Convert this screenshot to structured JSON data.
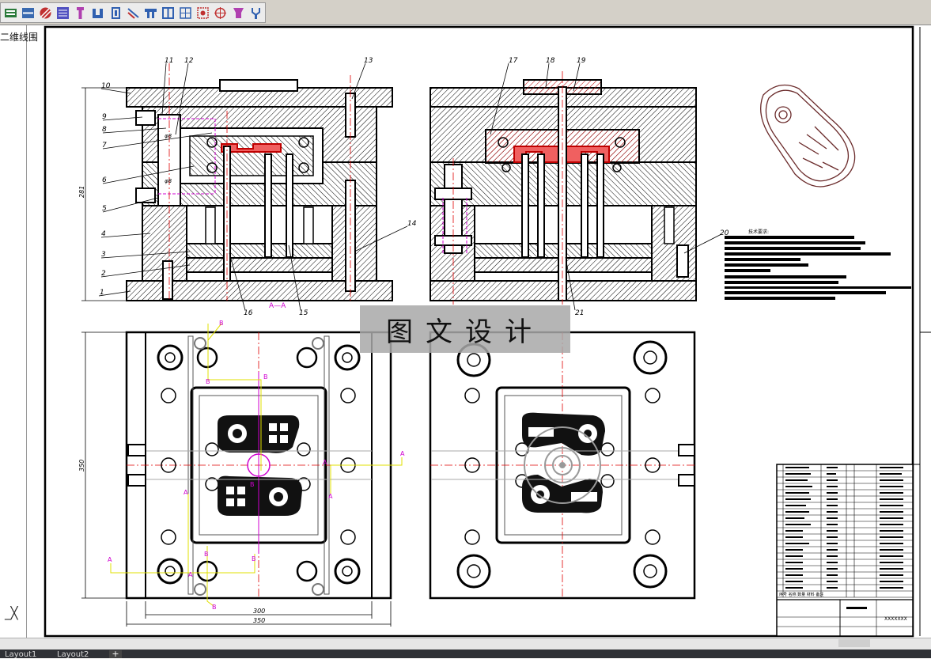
{
  "left_panel": {
    "layer_label": "二维线围",
    "coord_icon_glyph": "_╳"
  },
  "toolbar": {
    "icons": [
      "layer-icon",
      "line-icon",
      "circle-hatch-icon",
      "list-icon",
      "screw-icon",
      "bracket-icon",
      "pin-icon",
      "slash-icon",
      "frame-icon",
      "split-icon",
      "table-icon",
      "target-icon",
      "crosshair-icon",
      "cup-icon",
      "fork-icon"
    ]
  },
  "drawing": {
    "section_label": "A—A",
    "part_numbers": {
      "p1": "1",
      "p2": "2",
      "p3": "3",
      "p4": "4",
      "p5": "5",
      "p6": "6",
      "p7": "7",
      "p8": "8",
      "p9": "9",
      "p10": "10",
      "p11": "11",
      "p12": "12",
      "p13": "13",
      "p14": "14",
      "p15": "15",
      "p16": "16",
      "p17": "17",
      "p18": "18",
      "p19": "19",
      "p20": "20",
      "p21": "21"
    },
    "dimensions": {
      "height": "281",
      "plan_height": "350",
      "inner_width": "300",
      "outer_width": "350",
      "small_a": "φ8",
      "small_b": "φ8"
    },
    "cut_letters": {
      "b": "B",
      "a": "A"
    },
    "tech_title": "技术要求:",
    "title_block": {
      "code": "XXXXXXX",
      "row_label": "序号 名称 数量 材料 备注"
    }
  },
  "watermark": "图文设计",
  "tabs": {
    "layout1": "Layout1",
    "layout2": "Layout2",
    "plus": "+"
  },
  "colors": {
    "hatch": "#000000",
    "red": "#e00000",
    "magenta": "#d000d0",
    "yellow": "#e0e000",
    "part_red": "#f06060"
  }
}
